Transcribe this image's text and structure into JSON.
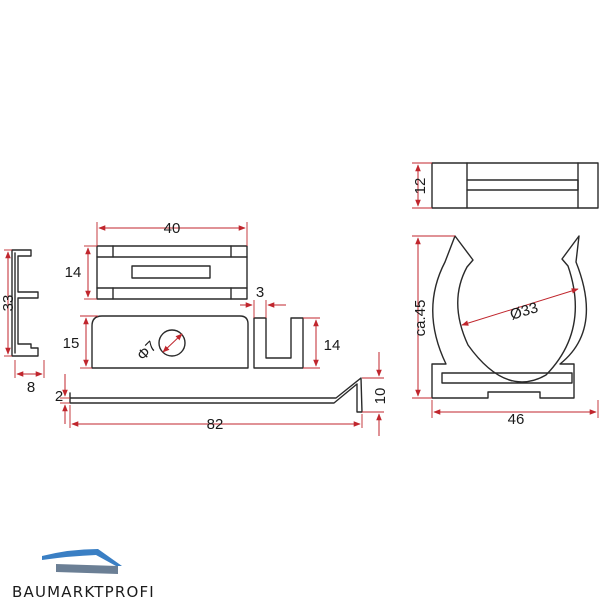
{
  "dimensions": {
    "clip_length": "33",
    "clip_depth": "8",
    "top_view_width": "40",
    "top_view_height": "14",
    "plate_height": "15",
    "hole_diameter": "Φ7",
    "u_channel_width": "3",
    "u_channel_height": "14",
    "wire_thickness": "2",
    "wire_length": "82",
    "wire_hook": "10",
    "ring_top_height": "12",
    "ring_overall_height": "ca.45",
    "ring_inner_diameter": "Ø33",
    "ring_width": "46"
  },
  "brand": {
    "name": "BAUMARKTPROFI",
    "accent_color": "#3a7fc4"
  },
  "colors": {
    "outline": "#2a2a2a",
    "dimension": "#c0262d"
  }
}
